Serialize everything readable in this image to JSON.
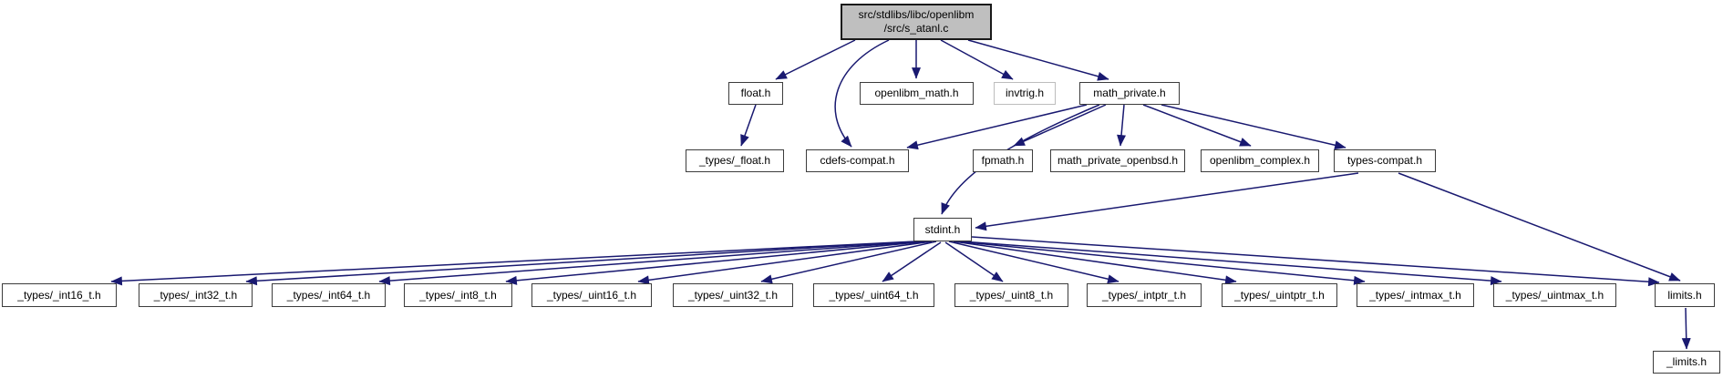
{
  "colors": {
    "edge": "#191970",
    "node_border": "#3c3c3c",
    "node_fill": "#ffffff",
    "root_fill": "#bfbfbf",
    "root_border": "#1a1a1a",
    "unresolved_border": "#bdbdbd",
    "text": "#000000",
    "background": "#ffffff"
  },
  "nodes": [
    {
      "id": "root",
      "label": "src/stdlibs/libc/openlibm\n/src/s_atanl.c",
      "type": "root"
    },
    {
      "id": "float_h",
      "label": "float.h"
    },
    {
      "id": "openlibm_math",
      "label": "openlibm_math.h"
    },
    {
      "id": "invtrig",
      "label": "invtrig.h",
      "type": "unresolved"
    },
    {
      "id": "math_private",
      "label": "math_private.h"
    },
    {
      "id": "types_float",
      "label": "_types/_float.h"
    },
    {
      "id": "cdefs_compat",
      "label": "cdefs-compat.h"
    },
    {
      "id": "fpmath",
      "label": "fpmath.h"
    },
    {
      "id": "math_private_openbsd",
      "label": "math_private_openbsd.h"
    },
    {
      "id": "openlibm_complex",
      "label": "openlibm_complex.h"
    },
    {
      "id": "types_compat",
      "label": "types-compat.h"
    },
    {
      "id": "stdint",
      "label": "stdint.h"
    },
    {
      "id": "int16",
      "label": "_types/_int16_t.h"
    },
    {
      "id": "int32",
      "label": "_types/_int32_t.h"
    },
    {
      "id": "int64",
      "label": "_types/_int64_t.h"
    },
    {
      "id": "int8",
      "label": "_types/_int8_t.h"
    },
    {
      "id": "uint16",
      "label": "_types/_uint16_t.h"
    },
    {
      "id": "uint32",
      "label": "_types/_uint32_t.h"
    },
    {
      "id": "uint64",
      "label": "_types/_uint64_t.h"
    },
    {
      "id": "uint8",
      "label": "_types/_uint8_t.h"
    },
    {
      "id": "intptr",
      "label": "_types/_intptr_t.h"
    },
    {
      "id": "uintptr",
      "label": "_types/_uintptr_t.h"
    },
    {
      "id": "intmax",
      "label": "_types/_intmax_t.h"
    },
    {
      "id": "uintmax",
      "label": "_types/_uintmax_t.h"
    },
    {
      "id": "limits",
      "label": "limits.h"
    },
    {
      "id": "ulimits",
      "label": "_limits.h"
    }
  ],
  "edges": [
    {
      "from": "root",
      "to": "float_h"
    },
    {
      "from": "root",
      "to": "cdefs_compat"
    },
    {
      "from": "root",
      "to": "openlibm_math"
    },
    {
      "from": "root",
      "to": "invtrig"
    },
    {
      "from": "root",
      "to": "math_private"
    },
    {
      "from": "float_h",
      "to": "types_float"
    },
    {
      "from": "math_private",
      "to": "cdefs_compat"
    },
    {
      "from": "math_private",
      "to": "fpmath"
    },
    {
      "from": "math_private",
      "to": "math_private_openbsd"
    },
    {
      "from": "math_private",
      "to": "openlibm_complex"
    },
    {
      "from": "math_private",
      "to": "types_compat"
    },
    {
      "from": "math_private",
      "to": "stdint"
    },
    {
      "from": "types_compat",
      "to": "stdint"
    },
    {
      "from": "types_compat",
      "to": "limits"
    },
    {
      "from": "stdint",
      "to": "int16"
    },
    {
      "from": "stdint",
      "to": "int32"
    },
    {
      "from": "stdint",
      "to": "int64"
    },
    {
      "from": "stdint",
      "to": "int8"
    },
    {
      "from": "stdint",
      "to": "uint16"
    },
    {
      "from": "stdint",
      "to": "uint32"
    },
    {
      "from": "stdint",
      "to": "uint64"
    },
    {
      "from": "stdint",
      "to": "uint8"
    },
    {
      "from": "stdint",
      "to": "intptr"
    },
    {
      "from": "stdint",
      "to": "uintptr"
    },
    {
      "from": "stdint",
      "to": "intmax"
    },
    {
      "from": "stdint",
      "to": "uintmax"
    },
    {
      "from": "stdint",
      "to": "limits"
    },
    {
      "from": "limits",
      "to": "ulimits"
    }
  ]
}
